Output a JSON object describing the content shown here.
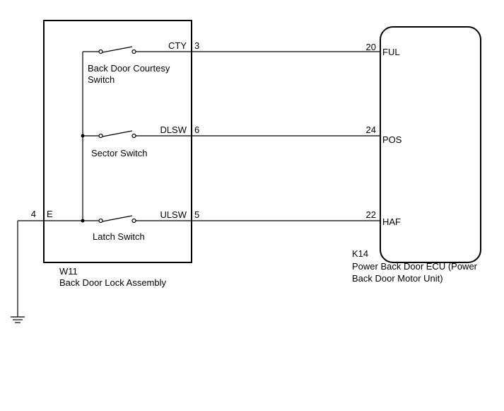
{
  "left_component": {
    "code": "W11",
    "name": "Back Door Lock Assembly",
    "ground_pin_number": "4",
    "ground_pin_name": "E"
  },
  "switches": {
    "courtesy": {
      "label_line1": "Back Door Courtesy",
      "label_line2": "Switch",
      "pin_name": "CTY",
      "pin_number": "3"
    },
    "sector": {
      "label": "Sector Switch",
      "pin_name": "DLSW",
      "pin_number": "6"
    },
    "latch": {
      "label": "Latch Switch",
      "pin_name": "ULSW",
      "pin_number": "5"
    }
  },
  "right_component": {
    "code": "K14",
    "name_line1": "Power Back Door ECU (Power",
    "name_line2": "Back Door Motor Unit)",
    "pins": {
      "ful": {
        "number": "20",
        "name": "FUL"
      },
      "pos": {
        "number": "24",
        "name": "POS"
      },
      "haf": {
        "number": "22",
        "name": "HAF"
      }
    }
  }
}
